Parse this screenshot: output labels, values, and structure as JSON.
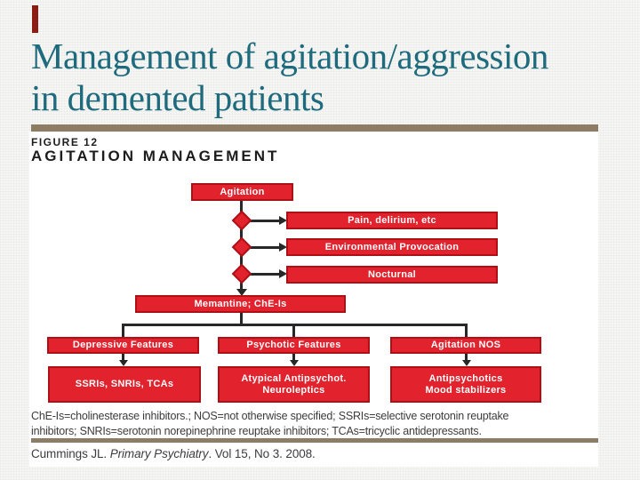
{
  "slide": {
    "title_line1": "Management of agitation/aggression",
    "title_line2": "in demented patients"
  },
  "figure": {
    "label": "FIGURE 12",
    "heading": "AGITATION MANAGEMENT",
    "footnote_line1": "ChE-Is=cholinesterase inhibitors.; NOS=not otherwise specified; SSRIs=selective serotonin reuptake",
    "footnote_line2": "inhibitors; SNRIs=serotonin norepinephrine reuptake inhibitors; TCAs=tricyclic antidepressants.",
    "citation": {
      "pre": "Cummings JL. ",
      "italic": "Primary Psychiatry",
      "post": ". Vol 15, No 3. 2008."
    }
  },
  "diagram": {
    "type": "flowchart",
    "nodes": {
      "agitation": "Agitation",
      "pain": "Pain, delirium, etc",
      "environmental": "Environmental Provocation",
      "nocturnal": "Nocturnal",
      "memantine": "Memantine; ChE-Is",
      "depressive": "Depressive Features",
      "psychotic": "Psychotic Features",
      "agitation_nos": "Agitation NOS",
      "ssris": "SSRIs, SNRIs, TCAs",
      "atypical_line1": "Atypical Antipsychot.",
      "atypical_line2": "Neuroleptics",
      "antipsychotics_line1": "Antipsychotics",
      "antipsychotics_line2": "Mood stabilizers"
    },
    "edges": [
      "Agitation -> decision1 -> Pain, delirium, etc",
      "Agitation -> decision2 -> Environmental Provocation",
      "Agitation -> decision3 -> Nocturnal",
      "Agitation -> Memantine; ChE-Is",
      "Memantine; ChE-Is -> Depressive Features",
      "Memantine; ChE-Is -> Psychotic Features",
      "Memantine; ChE-Is -> Agitation NOS",
      "Depressive Features -> SSRIs, SNRIs, TCAs",
      "Psychotic Features -> Atypical Antipsychot. Neuroleptics",
      "Agitation NOS -> Antipsychotics Mood stabilizers"
    ]
  },
  "colors": {
    "node_red": "#E2232D",
    "node_border_red": "#AD1016",
    "title_teal": "#1E6B7E",
    "rule_tan": "#8C7D64",
    "connector_dark": "#282828",
    "accent_mark_red": "#8E1A14",
    "panel_white": "#FFFFFF",
    "background": "#F6F6F4"
  }
}
